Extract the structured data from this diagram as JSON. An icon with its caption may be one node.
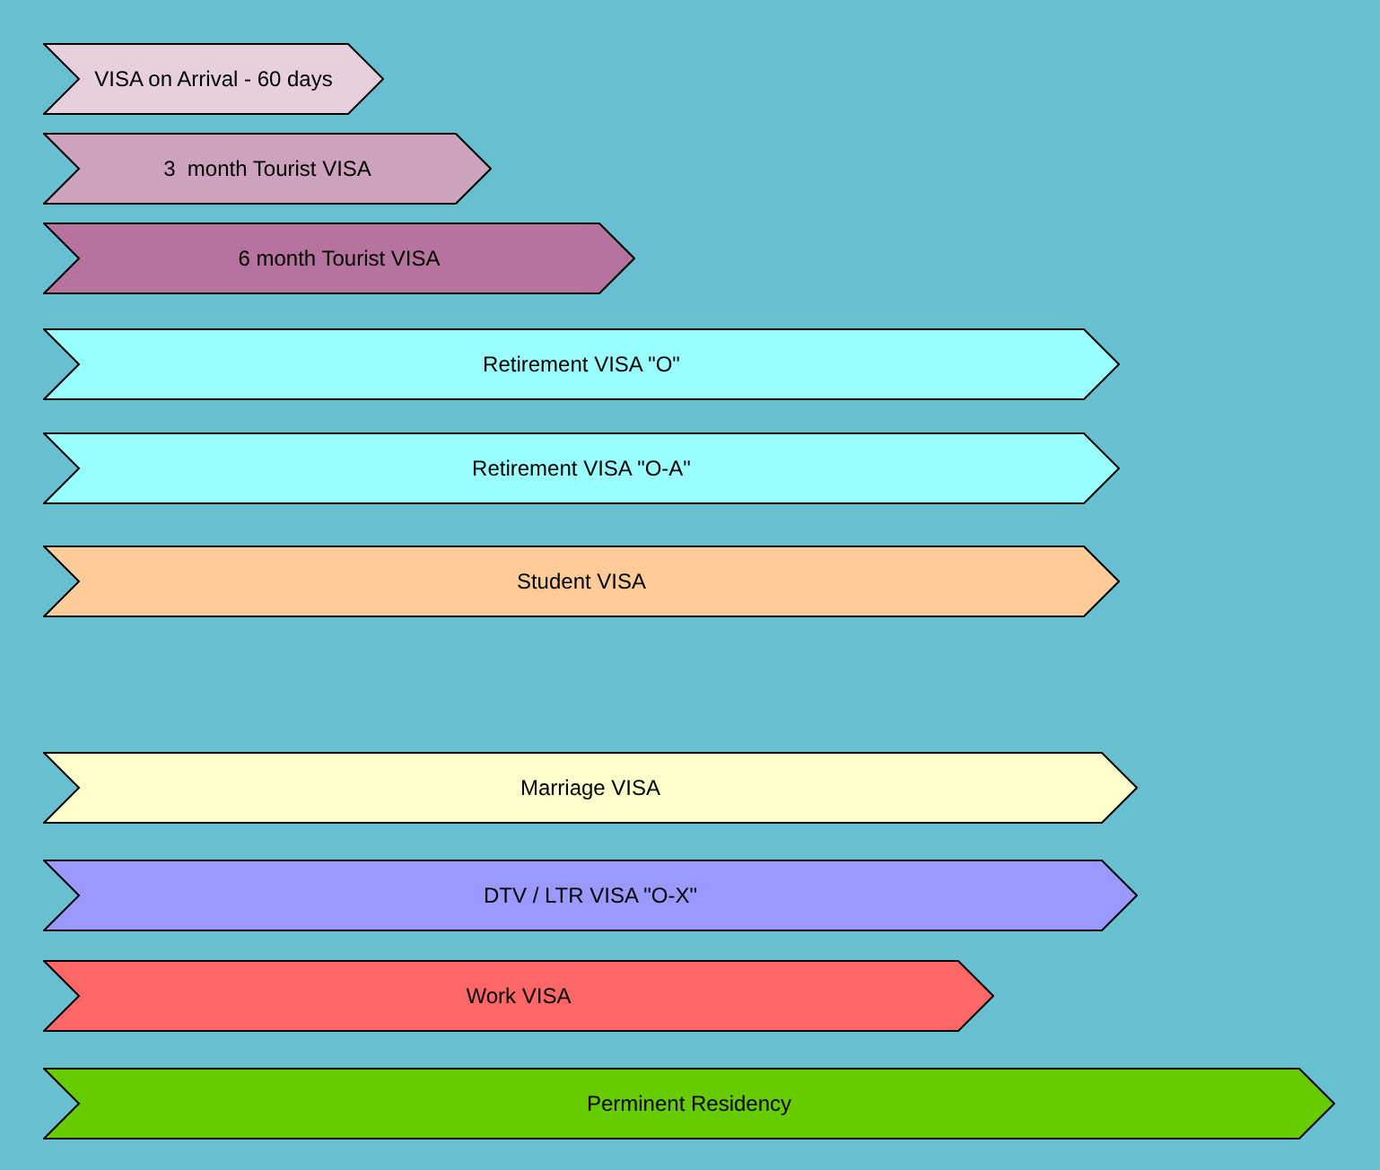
{
  "diagram": {
    "nodes": [
      {
        "text": [
          "VISA on Arrival - 60 days"
        ]
      },
      {
        "text": [
          "3  month Tourist VISA"
        ]
      },
      {
        "text": [
          "6 month Tourist VISA"
        ]
      },
      {
        "text": [
          "Retirement VISA \"O\""
        ]
      },
      {
        "text": [
          "Retirement VISA \"O-A\""
        ]
      },
      {
        "text": [
          "Student VISA"
        ]
      },
      {
        "text": [
          "Marriage VISA"
        ]
      },
      {
        "text": [
          "DTV / LTR VISA \"O-X\""
        ]
      },
      {
        "text": [
          "Work VISA"
        ]
      },
      {
        "text": [
          "Perminent Residency"
        ]
      }
    ]
  }
}
